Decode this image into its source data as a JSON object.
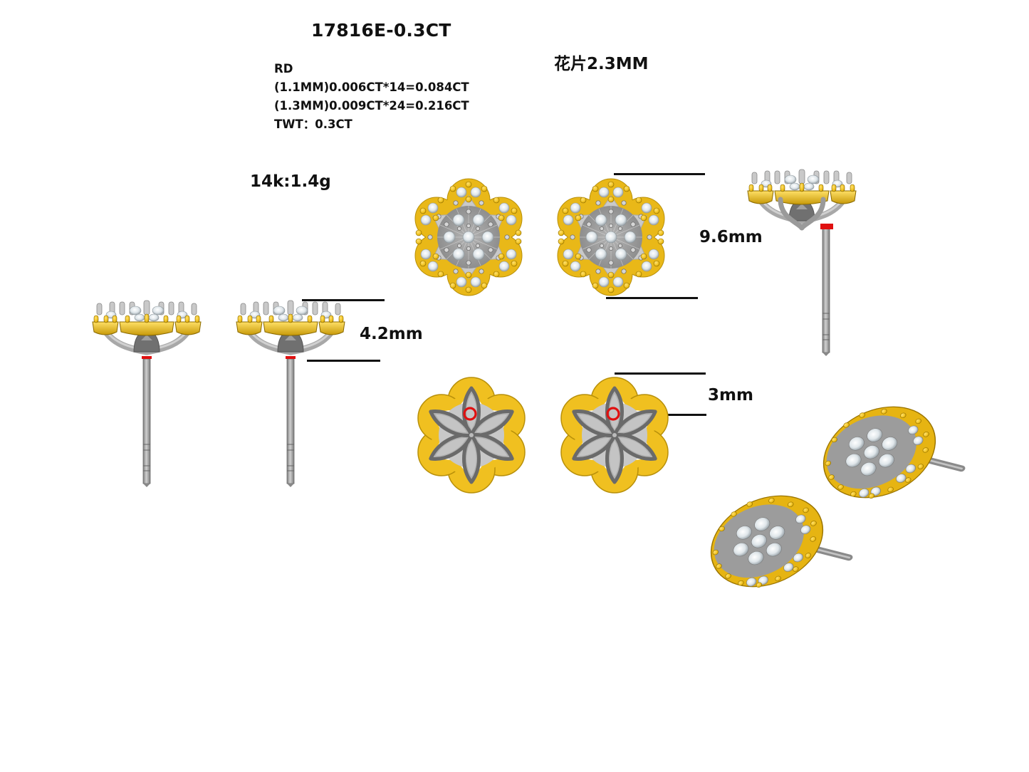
{
  "sheet": {
    "model_title": "17816E-0.3CT",
    "stone_specs": {
      "shape": "RD",
      "lines": [
        "(1.1MM)0.006CT*14=0.084CT",
        "(1.3MM)0.009CT*24=0.216CT"
      ],
      "total": "TWT：0.3CT"
    },
    "metal_weight": "14k:1.4g",
    "flower_piece": "花片2.3MM"
  },
  "dimensions": {
    "diameter": "9.6mm",
    "height": "4.2mm",
    "post_offset": "3mm"
  },
  "views": [
    {
      "name": "front-view-left",
      "type": "front"
    },
    {
      "name": "front-view-right",
      "type": "front"
    },
    {
      "name": "side-view-a",
      "type": "side"
    },
    {
      "name": "side-view-b",
      "type": "side"
    },
    {
      "name": "side-view-c",
      "type": "side"
    },
    {
      "name": "back-view-left",
      "type": "back"
    },
    {
      "name": "back-view-right",
      "type": "back"
    },
    {
      "name": "perspective-view-pair",
      "type": "perspective"
    }
  ],
  "colors": {
    "gold": "#f0c020",
    "gold_dark": "#b8900a",
    "white_metal": "#9a9a9a",
    "white_metal_light": "#c8c8c8",
    "diamond": "#e8eef2",
    "marker_red": "#e01010",
    "dimension_line": "#111111"
  }
}
